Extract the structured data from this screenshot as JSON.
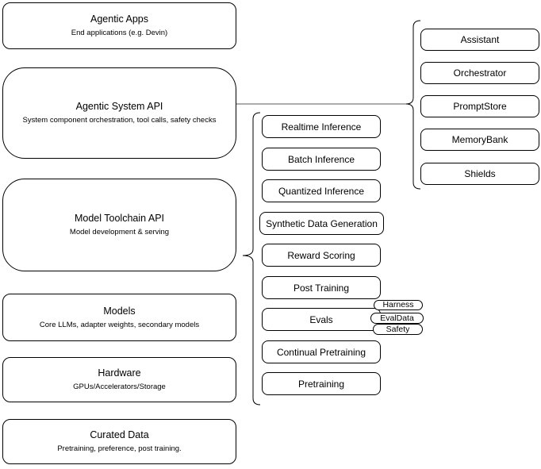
{
  "colors": {
    "background": "#ffffff",
    "stroke": "#000000",
    "connector": "#595959",
    "text": "#000000"
  },
  "stack": [
    {
      "title": "Agentic Apps",
      "subtitle": "End applications (e.g. Devin)"
    },
    {
      "title": "Agentic System API",
      "subtitle": "System component orchestration, tool calls, safety checks"
    },
    {
      "title": "Model Toolchain API",
      "subtitle": "Model development & serving"
    },
    {
      "title": "Models",
      "subtitle": "Core LLMs, adapter weights, secondary models"
    },
    {
      "title": "Hardware",
      "subtitle": "GPUs/Accelerators/Storage"
    },
    {
      "title": "Curated Data",
      "subtitle": "Pretraining, preference, post training."
    }
  ],
  "toolchain_services": [
    "Realtime Inference",
    "Batch Inference",
    "Quantized Inference",
    "Synthetic Data Generation",
    "Reward Scoring",
    "Post Training",
    "Evals",
    "Continual Pretraining",
    "Pretraining"
  ],
  "eval_tags": [
    "Harness",
    "EvalData",
    "Safety"
  ],
  "system_components": [
    "Assistant",
    "Orchestrator",
    "PromptStore",
    "MemoryBank",
    "Shields"
  ]
}
